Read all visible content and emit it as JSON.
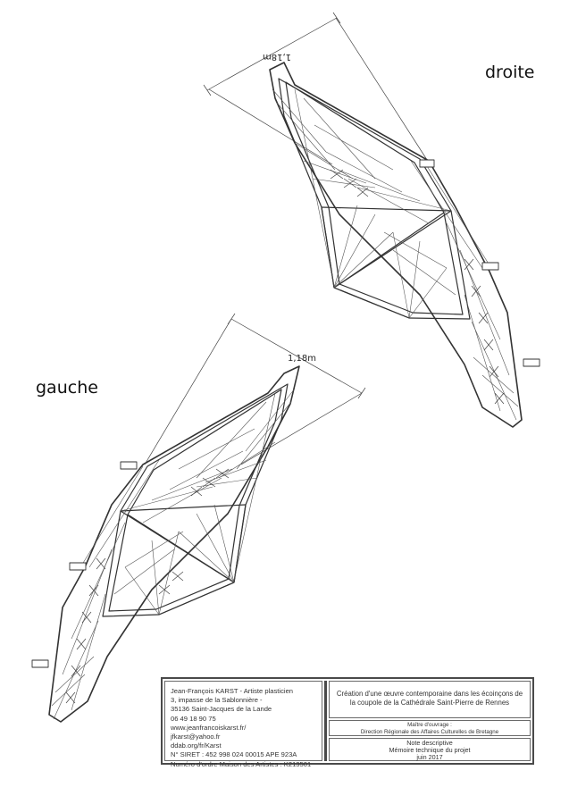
{
  "views": {
    "right_label": "droite",
    "left_label": "gauche",
    "right_dimension": "1,18m",
    "left_dimension": "1,18m"
  },
  "title_block": {
    "artist_lines": [
      "Jean-François KARST - Artiste plasticien",
      "3, impasse de la Sablonnière -",
      "35136 Saint-Jacques de la Lande",
      "06 49 18 90 75",
      "www.jeanfrancoiskarst.fr/",
      "jfkarst@yahoo.fr",
      "ddab.org/fr/Karst",
      "N° SIRET : 452 998 024 00015 APE 923A",
      "Numéro d'ordre Maison des Artistes : K213501"
    ],
    "project_line1": "Création d'une œuvre contemporaine dans les écoinçons de",
    "project_line2": "la coupole de la Cathédrale Saint-Pierre de Rennes",
    "owner_label": "Maître d'ouvrage :",
    "owner_name": "Direction Régionale des Affaires Culturelles de Bretagne",
    "note_line1": "Note descriptive",
    "note_line2": "Mémoire technique du projet",
    "note_date": "juin 2017"
  }
}
